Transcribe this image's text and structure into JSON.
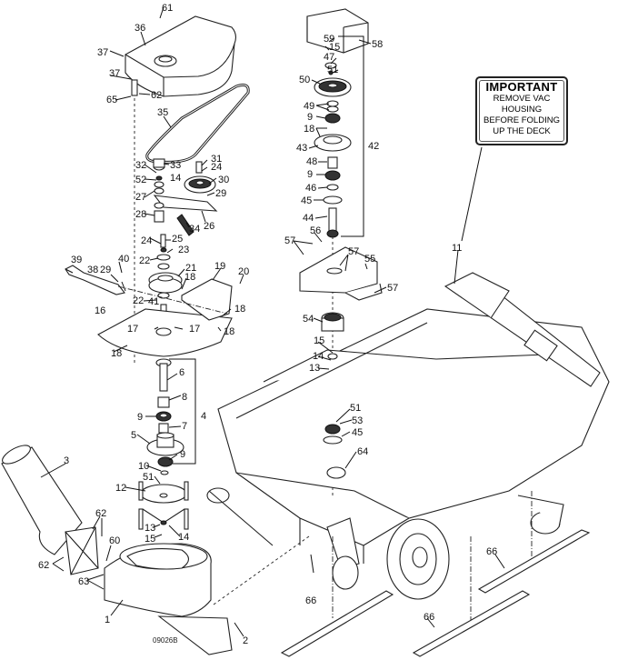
{
  "figure": {
    "type": "exploded parts diagram",
    "subject": "Mower deck with vacuum collection housing and blower assembly",
    "figure_code": "09026B"
  },
  "warning_sign": {
    "title": "IMPORTANT",
    "lines": [
      "REMOVE VAC",
      "HOUSING",
      "BEFORE FOLDING",
      "UP THE DECK"
    ]
  },
  "callouts": {
    "c1": "1",
    "c2": "2",
    "c3": "3",
    "c4": "4",
    "c5": "5",
    "c6": "6",
    "c7": "7",
    "c8": "8",
    "c9a": "9",
    "c9b": "9",
    "c9c": "9",
    "c9d": "9",
    "c10": "10",
    "c11": "11",
    "c12": "12",
    "c13a": "13",
    "c13b": "13",
    "c14a": "14",
    "c14b": "14",
    "c14c": "14",
    "c15a": "15",
    "c15b": "15",
    "c15c": "15",
    "c16": "16",
    "c17a": "17",
    "c17b": "17",
    "c18a": "18",
    "c18b": "18",
    "c18c": "18",
    "c18d": "18",
    "c18e": "18",
    "c19": "19",
    "c20": "20",
    "c21": "21",
    "c22a": "22",
    "c22b": "22",
    "c23": "23",
    "c24a": "24",
    "c24b": "24",
    "c25": "25",
    "c26": "26",
    "c27": "27",
    "c28": "28",
    "c29a": "29",
    "c29b": "29",
    "c30": "30",
    "c31": "31",
    "c32": "32",
    "c33": "33",
    "c34": "34",
    "c35": "35",
    "c36": "36",
    "c37a": "37",
    "c37b": "37",
    "c38": "38",
    "c39": "39",
    "c40": "40",
    "c41": "41",
    "c42": "42",
    "c43": "43",
    "c44": "44",
    "c45a": "45",
    "c45b": "45",
    "c46": "46",
    "c47": "47",
    "c48": "48",
    "c49": "49",
    "c50": "50",
    "c51a": "51",
    "c51b": "51",
    "c51c": "51",
    "c52": "52",
    "c53": "53",
    "c54": "54",
    "c55": "55",
    "c56": "56",
    "c57a": "57",
    "c57b": "57",
    "c57c": "57",
    "c58": "58",
    "c59": "59",
    "c60": "60",
    "c61": "61",
    "c62a": "62",
    "c62b": "62",
    "c62c": "62",
    "c63": "63",
    "c64": "64",
    "c65": "65",
    "c66a": "66",
    "c66b": "66",
    "c66c": "66"
  }
}
